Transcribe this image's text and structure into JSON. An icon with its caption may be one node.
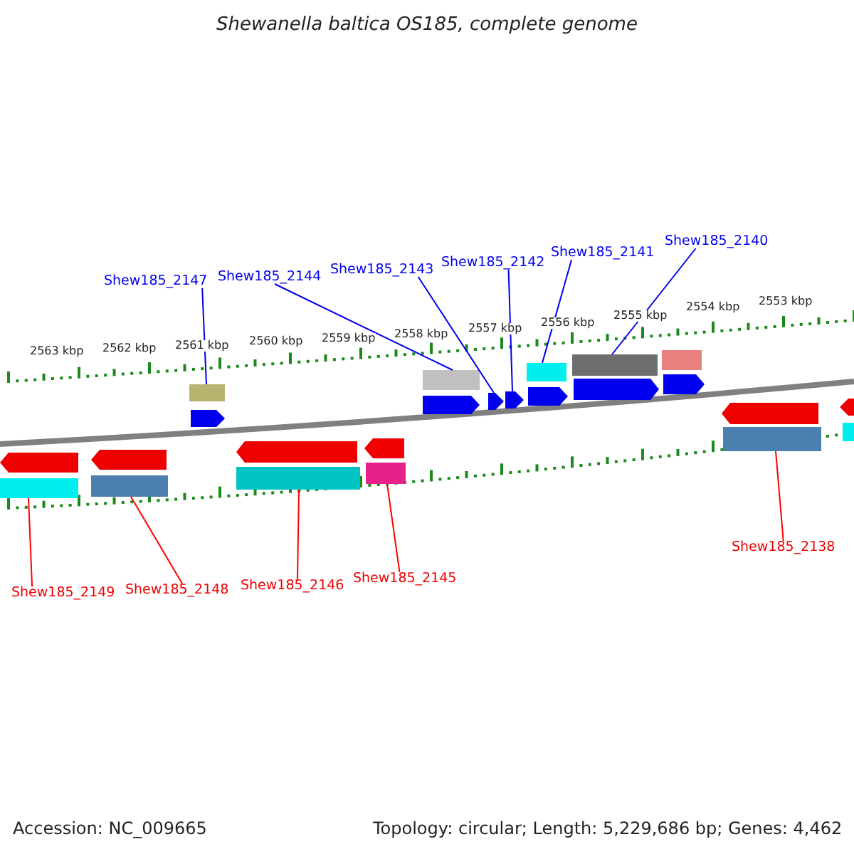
{
  "diagram": {
    "title": "Shewanella baltica OS185, complete genome",
    "nodes": [
      {
        "text": [
          "Shew185_2147"
        ]
      },
      {
        "text": [
          "Shew185_2144"
        ]
      },
      {
        "text": [
          "Shew185_2143"
        ]
      },
      {
        "text": [
          "Shew185_2142"
        ]
      },
      {
        "text": [
          "Shew185_2141"
        ]
      },
      {
        "text": [
          "Shew185_2140"
        ]
      },
      {
        "text": [
          "Shew185_2149"
        ]
      },
      {
        "text": [
          "Shew185_2148"
        ]
      },
      {
        "text": [
          "Shew185_2146"
        ]
      },
      {
        "text": [
          "Shew185_2145"
        ]
      },
      {
        "text": [
          "Shew185_2138"
        ]
      },
      {
        "text": [],
        "shape": "pentagon"
      },
      {
        "text": [],
        "shape": "bar"
      },
      {
        "text": [],
        "shape": "pentagon"
      },
      {
        "text": [],
        "shape": "bar"
      },
      {
        "text": [],
        "shape": "bar"
      },
      {
        "text": [],
        "shape": "pentagon"
      },
      {
        "text": [],
        "shape": "pentagon"
      },
      {
        "text": [],
        "shape": "bar"
      },
      {
        "text": [],
        "shape": "pentagon"
      },
      {
        "text": [],
        "shape": "bar"
      },
      {
        "text": [],
        "shape": "bar"
      },
      {
        "text": [],
        "shape": "pentagon"
      },
      {
        "text": [],
        "shape": "pentagon"
      },
      {
        "text": [],
        "shape": "pentagon"
      },
      {
        "text": [],
        "shape": "bar"
      },
      {
        "text": [],
        "shape": "pentagon"
      },
      {
        "text": [],
        "shape": "bar"
      },
      {
        "text": [],
        "shape": "pentagon"
      },
      {
        "text": [],
        "shape": "bar"
      },
      {
        "text": [],
        "shape": "pentagon"
      },
      {
        "text": [],
        "shape": "pentagon"
      },
      {
        "text": [],
        "shape": "bar"
      },
      {
        "text": [],
        "shape": "pentagon"
      },
      {
        "text": [],
        "shape": "bar"
      }
    ],
    "edges": [
      {
        "from": 0,
        "to": 15,
        "arrow": "none"
      },
      {
        "from": 1,
        "to": 21,
        "arrow": "none"
      },
      {
        "from": 2,
        "to": 23,
        "arrow": "none"
      },
      {
        "from": 3,
        "to": 24,
        "arrow": "none"
      },
      {
        "from": 4,
        "to": 25,
        "arrow": "none"
      },
      {
        "from": 5,
        "to": 27,
        "arrow": "none"
      },
      {
        "from": 6,
        "to": 12,
        "arrow": "none",
        "color": "#ff0000"
      },
      {
        "from": 7,
        "to": 14,
        "arrow": "none",
        "color": "#ff0000"
      },
      {
        "from": 8,
        "to": 18,
        "arrow": "none",
        "color": "#ff0000"
      },
      {
        "from": 9,
        "to": 20,
        "arrow": "none",
        "color": "#ff0000"
      },
      {
        "from": 10,
        "to": 32,
        "arrow": "none",
        "color": "#ff0000"
      }
    ],
    "labels": [
      "2563 kbp",
      "2562 kbp",
      "2561 kbp",
      "2560 kbp",
      "2559 kbp",
      "2558 kbp",
      "2557 kbp",
      "2556 kbp",
      "2555 kbp",
      "2554 kbp",
      "2553 kbp",
      "Accession: NC_009665",
      "Topology: circular; Length: 5,229,686 bp; Genes: 4,462"
    ]
  }
}
